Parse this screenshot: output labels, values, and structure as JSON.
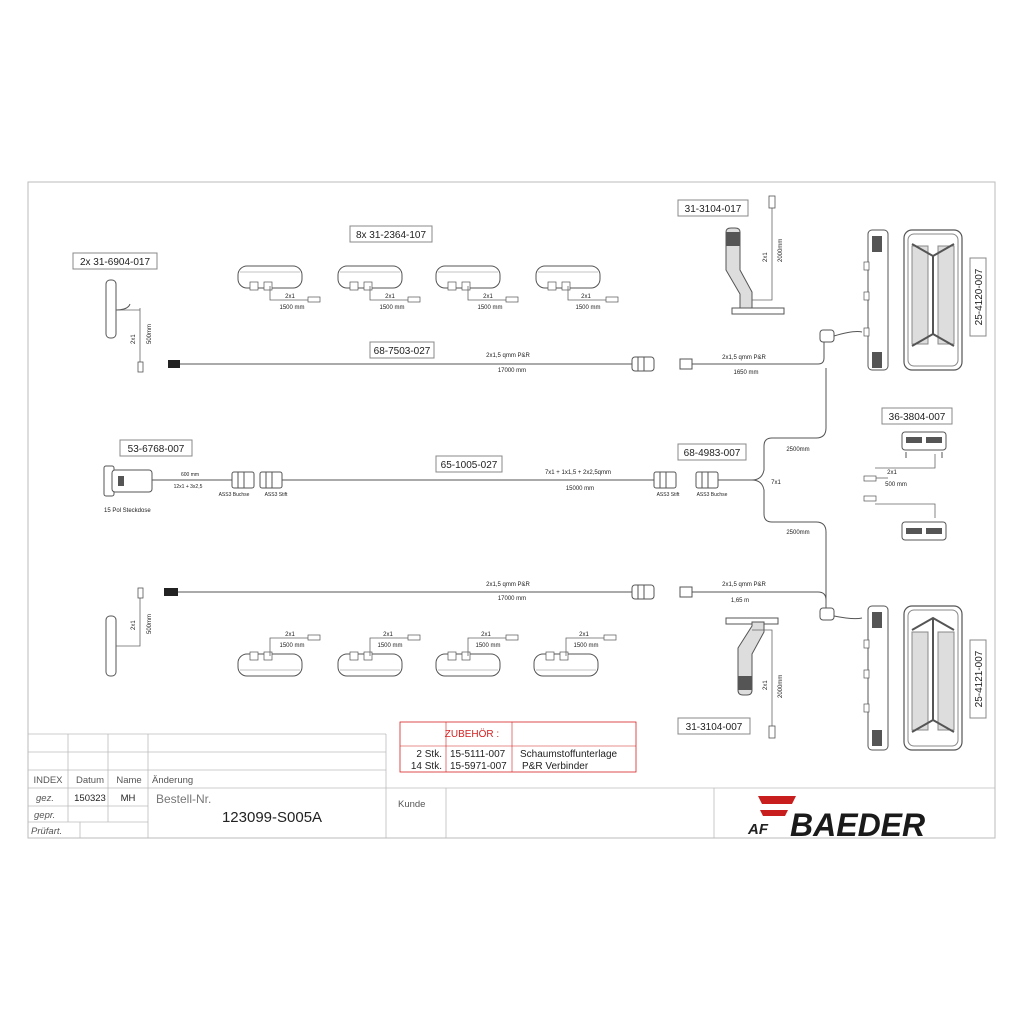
{
  "parts": {
    "p_6904": "2x 31-6904-017",
    "p_2364": "8x 31-2364-107",
    "p_3104_top": "31-3104-017",
    "p_4120": "25-4120-007",
    "p_7503": "68-7503-027",
    "p_6768": "53-6768-007",
    "p_1005": "65-1005-027",
    "p_4983": "68-4983-007",
    "p_3804": "36-3804-007",
    "p_3104_bot": "31-3104-007",
    "p_4121": "25-4121-007"
  },
  "cable_labels": {
    "x2": "2x1",
    "mm500": "500mm",
    "mm1500": "1500 mm",
    "mm2000": "2000mm",
    "qmm_2x15": "2x1,5 qmm P&R",
    "mm17000": "17000 mm",
    "mm1650": "1650 mm",
    "m165": "1,65 m",
    "mm2500": "2500mm",
    "x7": "7x1",
    "mm600": "600 mm",
    "x12": "12x1 + 3x2,5",
    "ass3_buchse": "ASS3 Buchse",
    "ass3_stift": "ASS3 Stift",
    "main_cable": "7x1 + 1x1,5 + 2x2,5qmm",
    "mm15000": "15000 mm",
    "steckdose": "15 Pol Steckdose",
    "mm500_sp": "500 mm"
  },
  "accessories": {
    "header": "ZUBEHÖR :",
    "rows": [
      {
        "qty": "2 Stk.",
        "part": "15-5111-007",
        "desc": "Schaumstoffunterlage"
      },
      {
        "qty": "14 Stk.",
        "part": "15-5971-007",
        "desc": "P&R Verbinder"
      }
    ]
  },
  "title_block": {
    "index": "INDEX",
    "datum": "Datum",
    "name": "Name",
    "aenderung": "Änderung",
    "gez": "gez.",
    "gez_date": "150323",
    "gez_name": "MH",
    "gepr": "gepr.",
    "pruefart": "Prüfart.",
    "bestell_label": "Bestell-Nr.",
    "bestell_nr": "123099-S005A",
    "kunde": "Kunde",
    "logo_prefix": "AF",
    "logo_text": "BAEDER"
  },
  "colors": {
    "line": "#555555",
    "accent_red": "#d42020",
    "logo_red": "#c81e1e"
  }
}
